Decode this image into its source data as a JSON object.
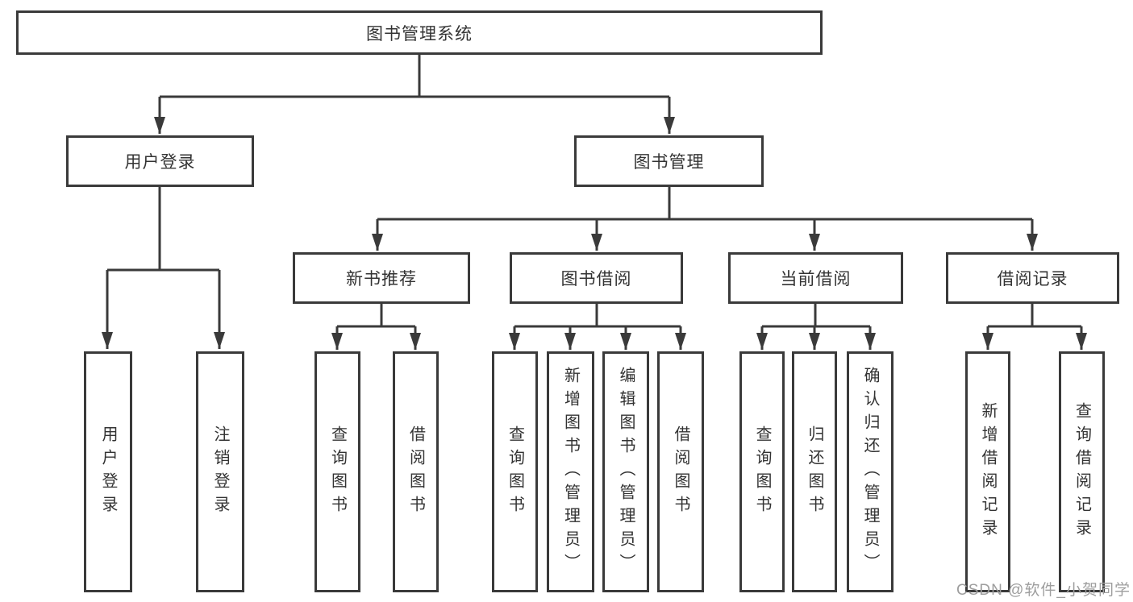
{
  "diagram": {
    "tree": {
      "root": {
        "label": "图书管理系统"
      },
      "children": [
        {
          "label": "用户登录",
          "children": [
            {
              "label": "用户登录"
            },
            {
              "label": "注销登录"
            }
          ]
        },
        {
          "label": "图书管理",
          "children": [
            {
              "label": "新书推荐",
              "children": [
                {
                  "label": "查询图书"
                },
                {
                  "label": "借阅图书"
                }
              ]
            },
            {
              "label": "图书借阅",
              "children": [
                {
                  "label": "查询图书"
                },
                {
                  "label": "新增图书（管理员）"
                },
                {
                  "label": "编辑图书（管理员）"
                },
                {
                  "label": "借阅图书"
                }
              ]
            },
            {
              "label": "当前借阅",
              "children": [
                {
                  "label": "查询图书"
                },
                {
                  "label": "归还图书"
                },
                {
                  "label": "确认归还（管理员）"
                }
              ]
            },
            {
              "label": "借阅记录",
              "children": [
                {
                  "label": "新增借阅记录"
                },
                {
                  "label": "查询借阅记录"
                }
              ]
            }
          ]
        }
      ]
    },
    "watermark": {
      "text": "CSDN @软件_小贺同学"
    },
    "colors": {
      "line": "#3a3a3a",
      "box_border": "#3a3a3a",
      "text": "#333333",
      "watermark": "#9e9e9e",
      "background": "#ffffff"
    }
  }
}
